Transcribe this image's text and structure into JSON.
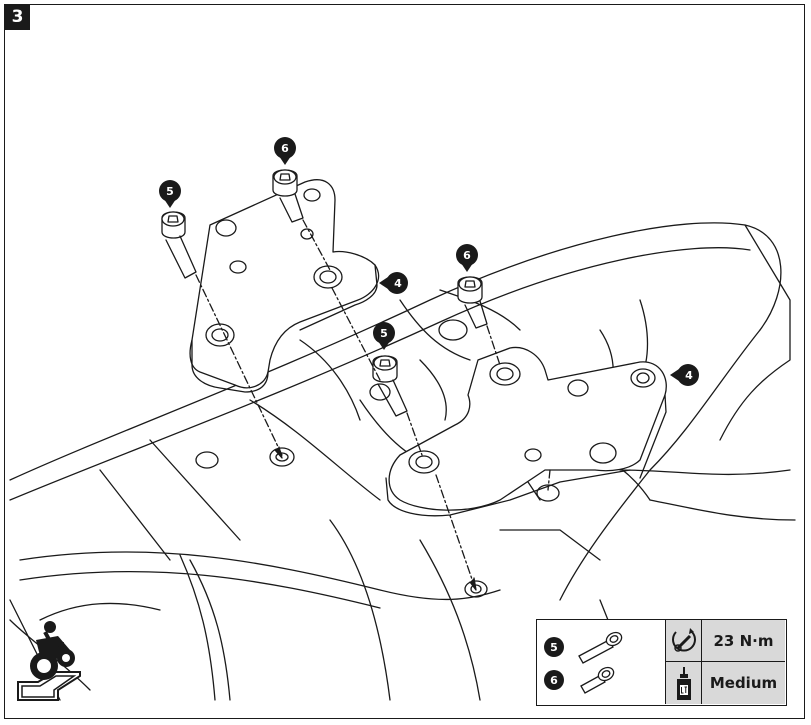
{
  "step": {
    "number": "3"
  },
  "callouts": {
    "bolt_a": "5",
    "bolt_b": "6",
    "plate": "4"
  },
  "spec": {
    "bolts": [
      {
        "label": "5",
        "icon": "bolt-long-icon"
      },
      {
        "label": "6",
        "icon": "bolt-short-icon"
      }
    ],
    "torque": {
      "value": "23 N·m",
      "icon": "torque-wrench-icon"
    },
    "threadlocker": {
      "value": "Medium",
      "icon": "loctite-bottle-icon"
    }
  },
  "corner_icon": "rider-on-motorcycle-icon",
  "colors": {
    "plate_fill": "#2b2b2b",
    "line": "#1a1a1a",
    "spec_shade": "#d9d9d9"
  }
}
